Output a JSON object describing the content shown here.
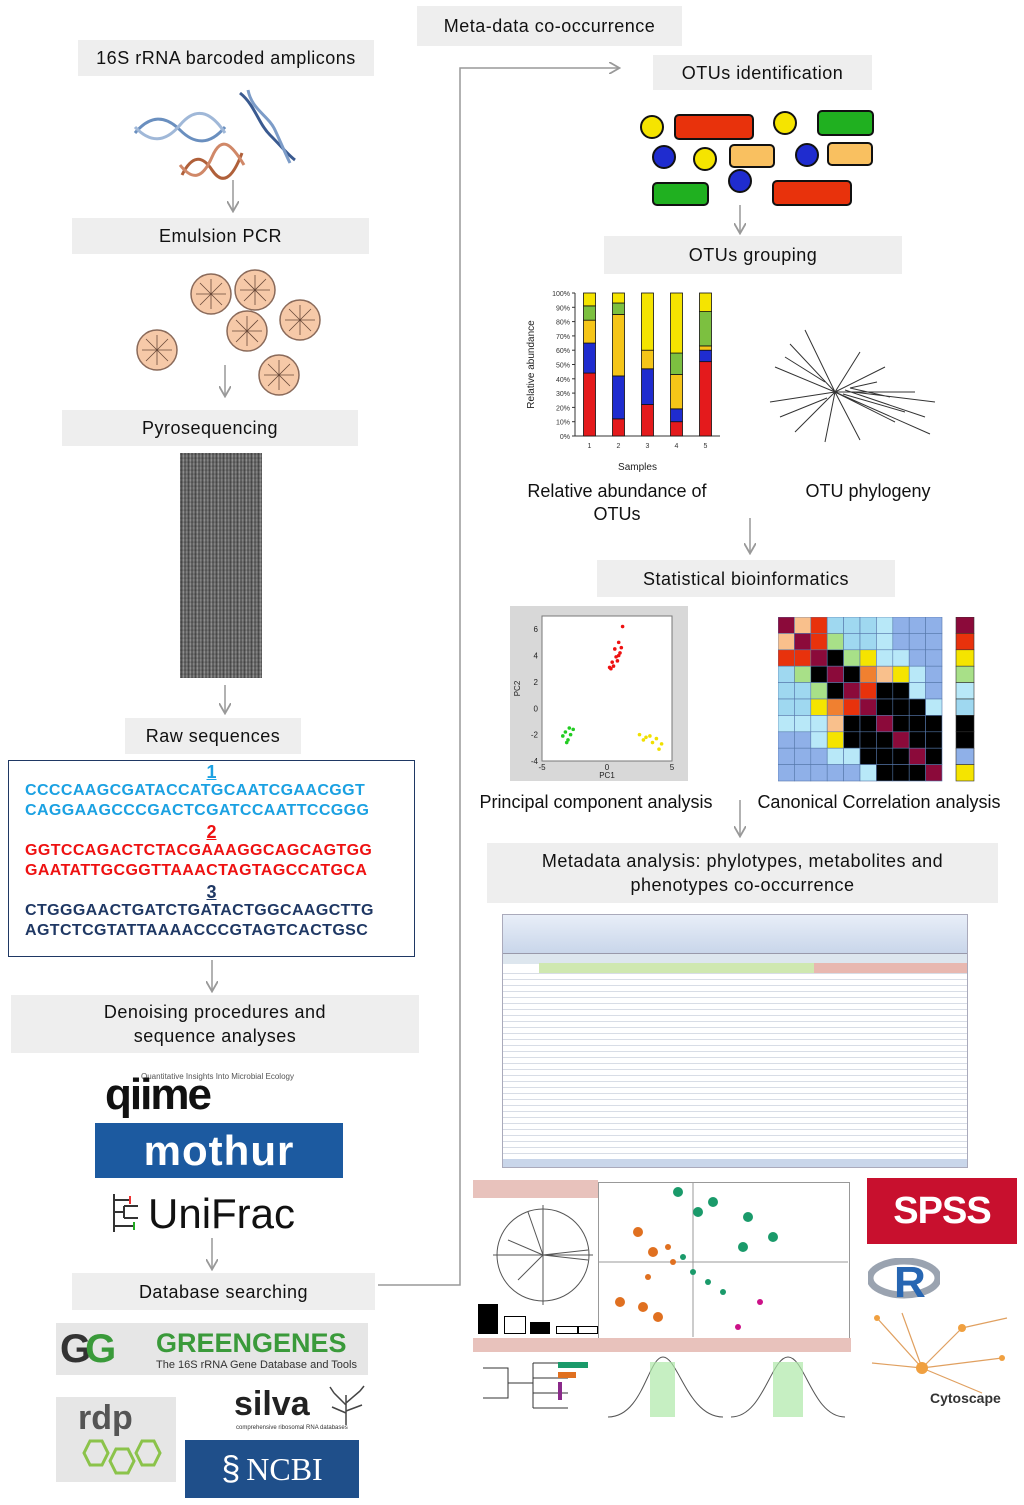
{
  "steps": {
    "meta": "Meta-data co-occurrence",
    "amplicons": "16S rRNA barcoded amplicons",
    "emulsion": "Emulsion PCR",
    "pyro": "Pyrosequencing",
    "raw": "Raw sequences",
    "denoise_1": "Denoising procedures and",
    "denoise_2": "sequence analyses",
    "database": "Database searching",
    "otu_id": "OTUs identification",
    "otu_group": "OTUs grouping",
    "stats": "Statistical bioinformatics",
    "metadata_1": "Metadata analysis: phylotypes, metabolites and",
    "metadata_2": "phenotypes co-occurrence"
  },
  "sequences": [
    {
      "num": "1",
      "color": "#1ba1e2",
      "lines": [
        "CCCCAAGCGATACCATGCAATCGAACGGT",
        "CAGGAAGCCCGACTCGATCCAATTCCGGG"
      ]
    },
    {
      "num": "2",
      "color": "#ee1111",
      "lines": [
        "GGTCCAGACTCTACGAAAGGCAGCAGTGG",
        "GAATATTGCGGTTAAACTAGTAGCCATGCA"
      ]
    },
    {
      "num": "3",
      "color": "#1f3864",
      "lines": [
        "CTGGGAACTGATCTGATACTGGCAAGCTTG",
        "AGTCTCGTATTAAAACCCGTAGTCACTGSC"
      ]
    }
  ],
  "captions": {
    "rel_1": "Relative abundance of",
    "rel_2": "OTUs",
    "phylo": "OTU phylogeny",
    "pca": "Principal component analysis",
    "cca": "Canonical Correlation analysis"
  },
  "logos": {
    "qiime_tag": "Quantitative Insights Into Microbial Ecology",
    "qiime": "qiime",
    "mothur": "mothur",
    "unifrac": "UniFrac",
    "greengenes": "GREENGENES",
    "greengenes_sub": "The 16S rRNA Gene Database and Tools",
    "rdp": "rdp",
    "silva": "silva",
    "silva_sub": "comprehensive ribosomal RNA databases",
    "ncbi": "NCBI",
    "spss": "SPSS",
    "r": "R",
    "cytoscape": "Cytoscape"
  },
  "colors": {
    "step_box": "#eeeeee",
    "red": "#e41a1c",
    "blue": "#1f2ccf",
    "yellow": "#f5e400",
    "green": "#20b020",
    "orange": "#f9c060",
    "mothur_bg": "#1c5aa0",
    "spss_bg": "#c8102e"
  },
  "chart_data": [
    {
      "type": "bar",
      "stacked": true,
      "xlabel": "Samples",
      "ylabel": "Relative abundance",
      "categories": [
        "1",
        "2",
        "3",
        "4",
        "5"
      ],
      "yticks": [
        "0%",
        "10%",
        "20%",
        "30%",
        "40%",
        "50%",
        "60%",
        "70%",
        "80%",
        "90%",
        "100%"
      ],
      "ylim": [
        0,
        100
      ],
      "series": [
        {
          "color": "#e41a1c",
          "values": [
            44,
            12,
            22,
            10,
            52
          ]
        },
        {
          "color": "#1f2ccf",
          "values": [
            21,
            30,
            25,
            9,
            8
          ]
        },
        {
          "color": "#f5c518",
          "values": [
            16,
            43,
            13,
            24,
            3
          ]
        },
        {
          "color": "#7cc040",
          "values": [
            10,
            8,
            0,
            15,
            24
          ]
        },
        {
          "color": "#f5e400",
          "values": [
            9,
            7,
            40,
            42,
            13
          ]
        }
      ]
    },
    {
      "type": "scatter",
      "xlabel": "PC1",
      "ylabel": "PC2",
      "xlim": [
        -5,
        5
      ],
      "ylim": [
        -4,
        7
      ],
      "xticks": [
        "-5",
        "0",
        "5"
      ],
      "yticks": [
        "-4",
        "-2",
        "0",
        "2",
        "4",
        "6"
      ],
      "series": [
        {
          "color": "#ee1111",
          "points": [
            [
              0.5,
              3.2
            ],
            [
              0.8,
              3.6
            ],
            [
              0.3,
              3.0
            ],
            [
              1.0,
              4.2
            ],
            [
              0.6,
              4.5
            ],
            [
              0.9,
              5.0
            ],
            [
              1.1,
              4.6
            ],
            [
              0.4,
              3.5
            ],
            [
              0.7,
              3.9
            ],
            [
              1.2,
              6.2
            ],
            [
              0.2,
              3.1
            ],
            [
              0.9,
              4.0
            ]
          ]
        },
        {
          "color": "#22cc22",
          "points": [
            [
              -3.2,
              -1.8
            ],
            [
              -2.8,
              -2.0
            ],
            [
              -3.0,
              -2.4
            ],
            [
              -2.6,
              -1.6
            ],
            [
              -3.4,
              -2.1
            ],
            [
              -2.9,
              -1.5
            ],
            [
              -3.1,
              -2.6
            ]
          ]
        },
        {
          "color": "#f0e000",
          "points": [
            [
              2.5,
              -2.0
            ],
            [
              3.0,
              -2.2
            ],
            [
              3.5,
              -2.6
            ],
            [
              3.8,
              -2.3
            ],
            [
              2.8,
              -2.4
            ],
            [
              4.0,
              -3.1
            ],
            [
              3.3,
              -2.1
            ],
            [
              4.2,
              -2.7
            ]
          ]
        }
      ]
    }
  ]
}
